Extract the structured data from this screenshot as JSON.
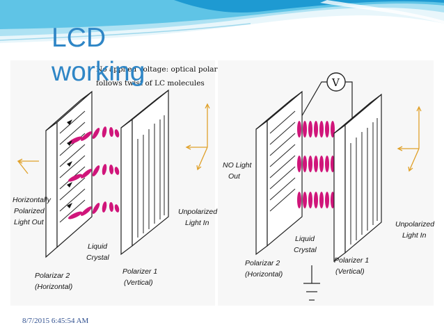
{
  "slide": {
    "title_line1": "LCD",
    "title_line2": "working",
    "date": "8/7/2015 6:45:54 AM"
  },
  "left_diagram": {
    "caption_line1": "No applied voltage: optical polarization",
    "caption_line2": "follows twist of LC molecules",
    "horizontally_polarized_light_out": [
      "Horizontally",
      "Polarized",
      "Light Out"
    ],
    "liquid_crystal": [
      "Liquid",
      "Crystal"
    ],
    "polarizer_2": [
      "Polarizar 2",
      "(Horizontal)"
    ],
    "polarizer_1": [
      "Polarizer 1",
      "(Vertical)"
    ],
    "unpolarized_light_in": [
      "Unpolarized",
      "Light In"
    ]
  },
  "right_diagram": {
    "voltmeter_symbol": "V",
    "no_light_out": [
      "NO Light",
      "Out"
    ],
    "liquid_crystal": [
      "Liquid",
      "Crystal"
    ],
    "polarizer_2": [
      "Polarizar 2",
      "(Horizontal)"
    ],
    "polarizer_1": [
      "Polarizer 1",
      "(Vertical)"
    ],
    "unpolarized_light_in": [
      "Unpolarized",
      "Light In"
    ]
  },
  "colors": {
    "title": "#2f86c6",
    "banner_light": "#e8f6fb",
    "banner_mid": "#5fc4e6",
    "banner_dark": "#1e9ad2",
    "lc_molecule": "#d0157a"
  }
}
